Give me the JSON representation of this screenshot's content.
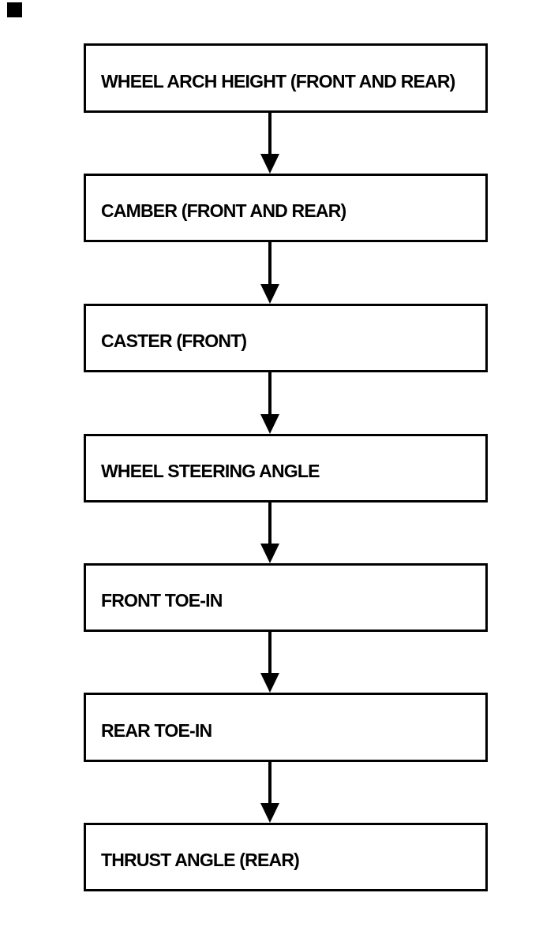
{
  "flowchart": {
    "steps": [
      {
        "label": "WHEEL ARCH HEIGHT (FRONT AND REAR)"
      },
      {
        "label": "CAMBER (FRONT AND REAR)"
      },
      {
        "label": "CASTER (FRONT)"
      },
      {
        "label": "WHEEL STEERING ANGLE"
      },
      {
        "label": "FRONT TOE-IN"
      },
      {
        "label": "REAR TOE-IN"
      },
      {
        "label": "THRUST ANGLE (REAR)"
      }
    ],
    "connectors": {
      "type": "arrow-down",
      "count": 6
    }
  },
  "colors": {
    "ink": "#000000",
    "background": "#ffffff"
  },
  "artifacts": {
    "corner_mark": "black-square"
  }
}
